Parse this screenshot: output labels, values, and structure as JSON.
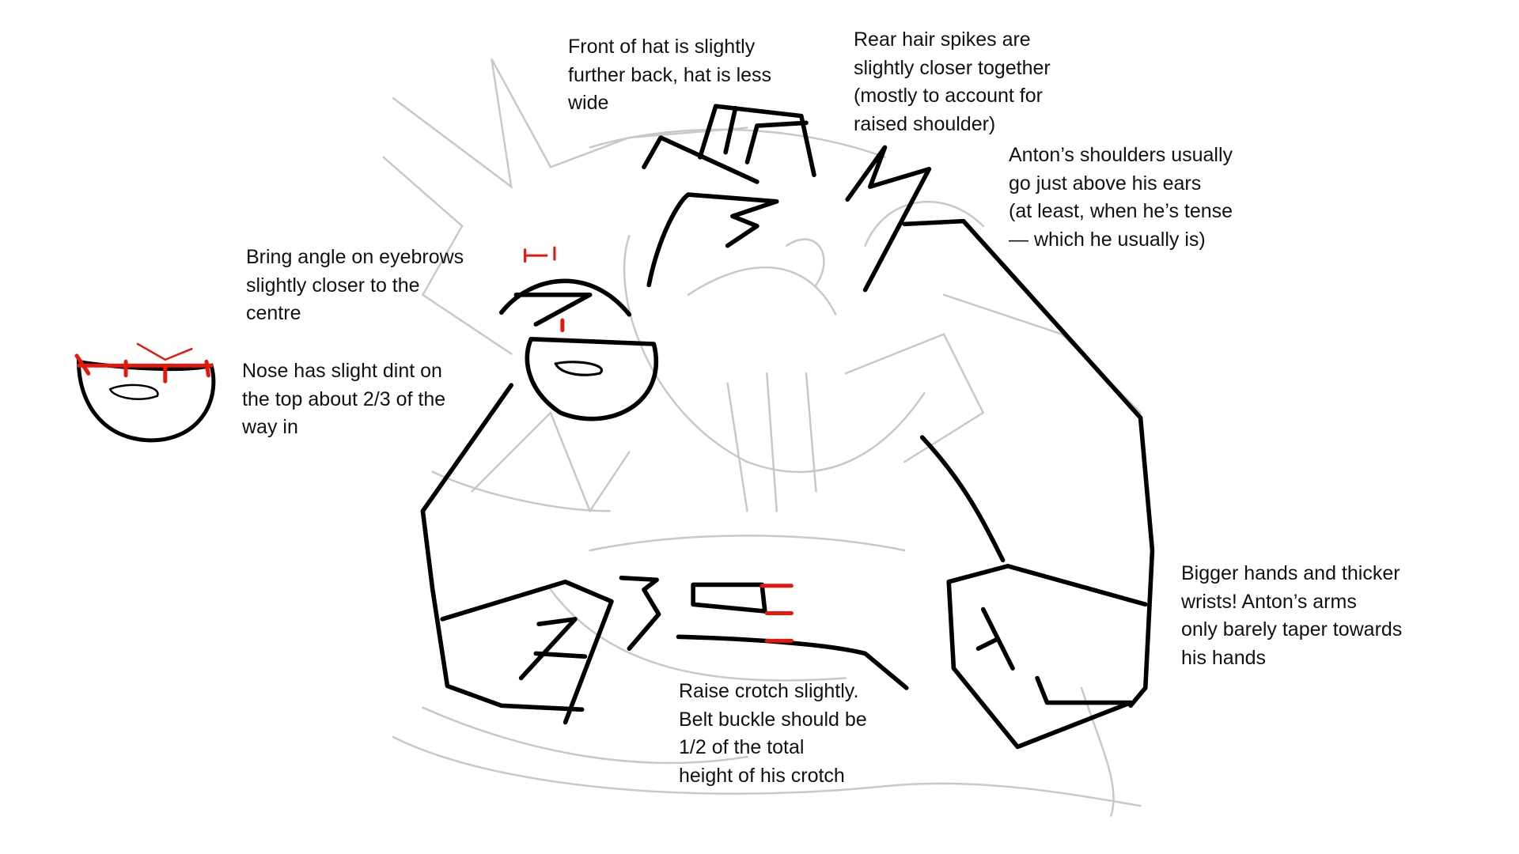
{
  "notes": {
    "hat": [
      "Front of hat is slightly",
      "further back, hat is less",
      "wide"
    ],
    "hair": [
      "Rear hair spikes are",
      "slightly closer together",
      "(mostly to account for",
      "raised shoulder)"
    ],
    "shoulders": [
      "Anton’s shoulders usually",
      "go just above his ears",
      "(at least, when he’s tense",
      "— which he usually is)"
    ],
    "eyebrows": [
      "Bring angle on eyebrows",
      "slightly closer to the",
      "centre"
    ],
    "nose": [
      "Nose has slight dint on",
      "the top about 2/3 of the",
      "way in"
    ],
    "hands": [
      "Bigger hands and thicker",
      "wrists! Anton’s arms",
      "only barely taper towards",
      "his hands"
    ],
    "crotch": [
      "Raise crotch slightly.",
      "Belt buckle should be",
      "1/2 of the total",
      "height of his crotch"
    ]
  },
  "colors": {
    "ink": "#000000",
    "sketch": "#c8c8c8",
    "correction": "#e8170c"
  }
}
